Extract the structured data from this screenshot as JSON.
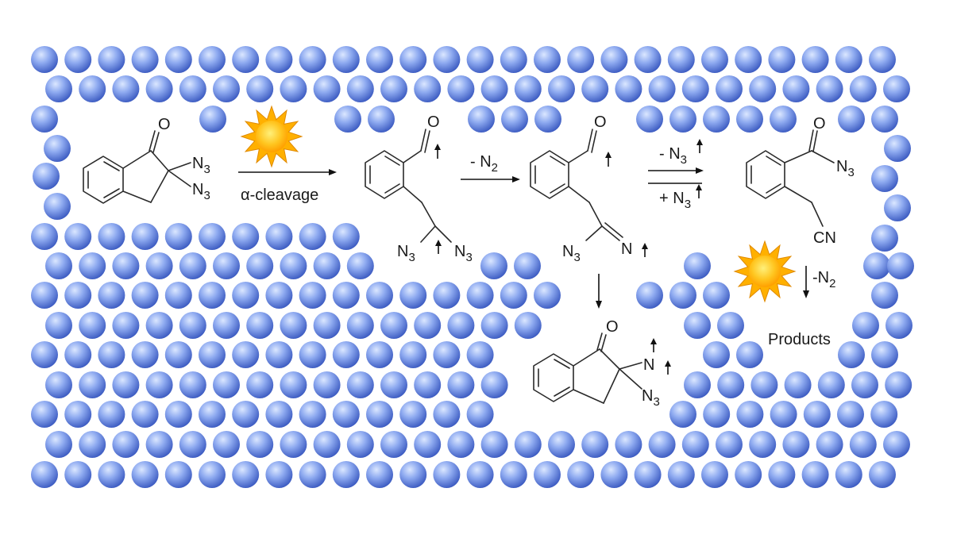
{
  "labels": {
    "start_n3_top": "N3",
    "start_n3_bottom": "N3",
    "start_o": "O",
    "step1_label": "α-cleavage",
    "step2_label": "- N2",
    "step3_top_label": "- N3",
    "step3_bottom_label": "+ N3",
    "int1_o": "O",
    "int1_n3_left": "N3",
    "int1_n3_right": "N3",
    "int2_o": "O",
    "int2_n3": "N3",
    "int2_n": "N",
    "prod_o": "O",
    "prod_n3": "N3",
    "prod_cn": "CN",
    "side_o": "O",
    "side_n": "N",
    "side_n3": "N3",
    "photolysis_label": "-N2",
    "products_label": "Products"
  },
  "colors": {
    "sphere_light": "#c9dcff",
    "sphere_mid": "#7c9be8",
    "sphere_dark": "#3f5fc4",
    "sun_core": "#ffc21a",
    "sun_rays": "#ffb000"
  },
  "icons": {
    "sun": "sun-icon",
    "sphere": "matrix-sphere"
  }
}
